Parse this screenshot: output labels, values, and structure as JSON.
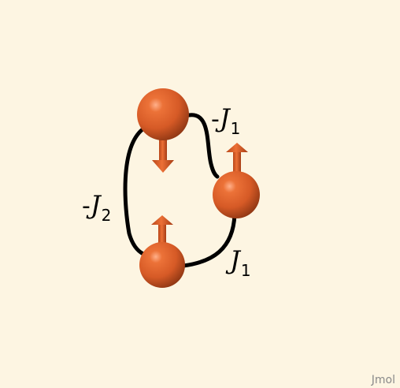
{
  "colors": {
    "background": "#fdf5e2",
    "atom": "#d65a26",
    "bond": "#000000",
    "watermark": "#8a8a8a"
  },
  "icons": {
    "atom": "sphere-icon",
    "spin": "arrow-icon"
  },
  "couplings": [
    {
      "sign": "-",
      "symbol": "J",
      "subscript": "1"
    },
    {
      "sign": "-",
      "symbol": "J",
      "subscript": "2"
    },
    {
      "sign": "",
      "symbol": "J",
      "subscript": "1"
    }
  ],
  "spins": [
    "down",
    "up",
    "up"
  ],
  "watermark": "Jmol"
}
